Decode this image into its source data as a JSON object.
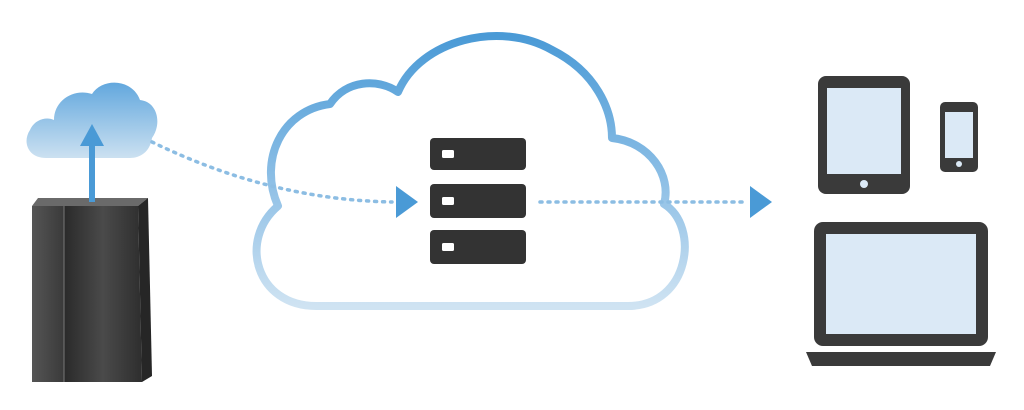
{
  "diagram": {
    "nodes": [
      {
        "id": "on-premise-server",
        "icon": "server-tower-icon"
      },
      {
        "id": "small-cloud",
        "icon": "cloud-icon"
      },
      {
        "id": "main-cloud",
        "icon": "cloud-outline-icon"
      },
      {
        "id": "server-stack",
        "icon": "server-stack-icon",
        "units": 3
      },
      {
        "id": "tablet",
        "icon": "tablet-icon"
      },
      {
        "id": "phone",
        "icon": "smartphone-icon"
      },
      {
        "id": "laptop",
        "icon": "laptop-icon"
      }
    ],
    "edges": [
      {
        "from": "on-premise-server",
        "to": "small-cloud",
        "style": "solid-arrow"
      },
      {
        "from": "small-cloud",
        "to": "server-stack",
        "style": "dotted-arrow"
      },
      {
        "from": "server-stack",
        "to": "devices",
        "style": "dotted-arrow"
      }
    ],
    "colors": {
      "accent_blue": "#4a9ad6",
      "cloud_light": "#a8cde8",
      "device_dark": "#3a3a3a",
      "screen_fill": "#dbe9f6",
      "server_dark": "#333333"
    }
  }
}
